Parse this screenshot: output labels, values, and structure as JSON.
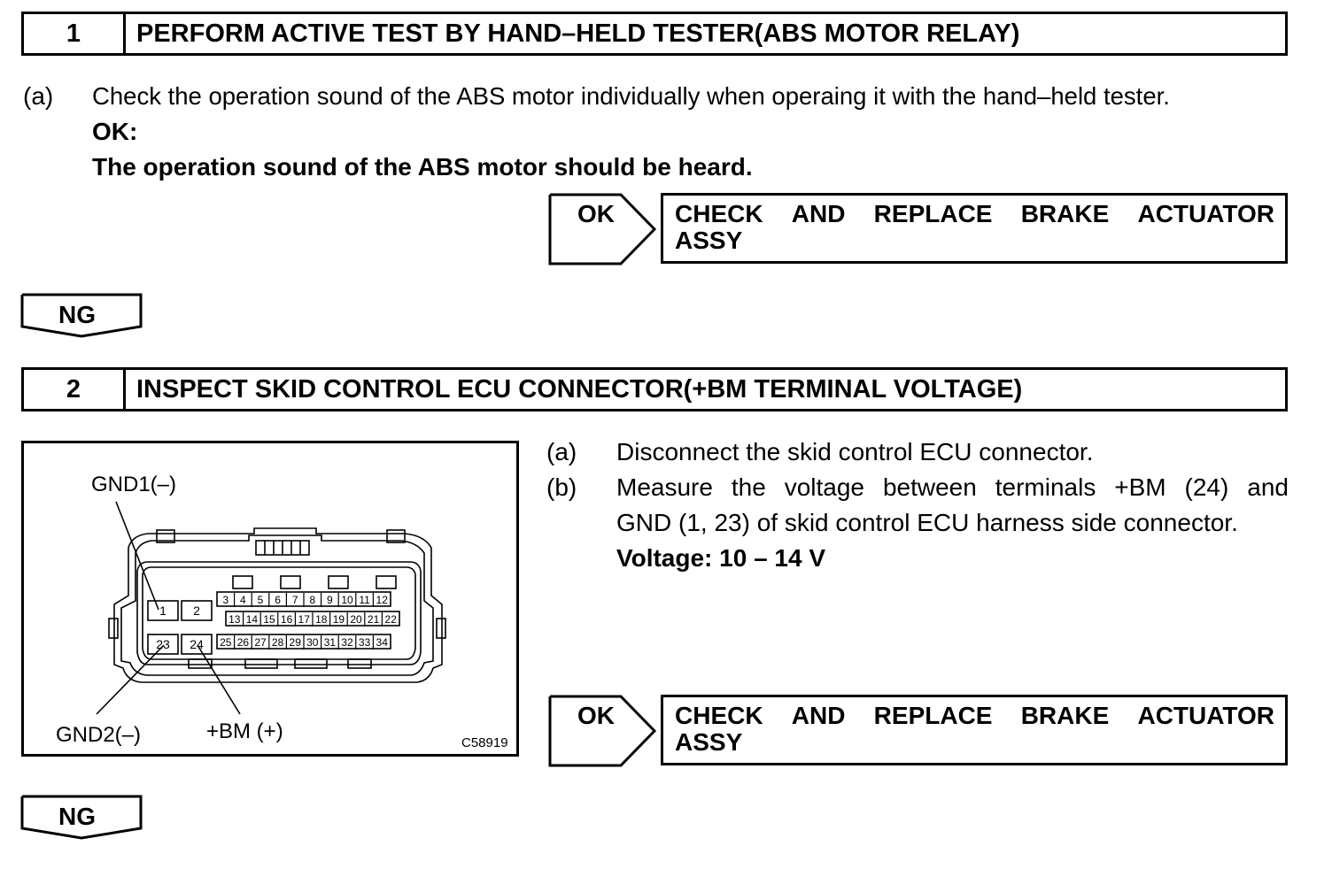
{
  "step1": {
    "number": "1",
    "title": "PERFORM ACTIVE TEST BY HAND–HELD TESTER(ABS MOTOR RELAY)",
    "item_a_label": "(a)",
    "item_a_text": "Check the operation sound of the ABS motor individually when operaing it with the hand–held tester.",
    "ok_heading": "OK:",
    "ok_spec": "The operation sound of the ABS motor should be heard.",
    "ok_label": "OK",
    "ok_result_words": [
      "CHECK",
      "AND",
      "REPLACE",
      "BRAKE",
      "ACTUATOR"
    ],
    "ok_result_line2": "ASSY",
    "ng_label": "NG"
  },
  "step2": {
    "number": "2",
    "title": "INSPECT SKID CONTROL ECU CONNECTOR(+BM TERMINAL VOLTAGE)",
    "item_a_label": "(a)",
    "item_a_text": "Disconnect the skid control ECU connector.",
    "item_b_label": "(b)",
    "item_b_line1_words": [
      "Measure",
      "the",
      "voltage",
      "between",
      "terminals",
      "+BM",
      "(24)",
      "and"
    ],
    "item_b_line2": "GND (1, 23) of skid control ECU harness side connector.",
    "voltage_spec": "Voltage: 10 – 14 V",
    "ok_label": "OK",
    "ok_result_words": [
      "CHECK",
      "AND",
      "REPLACE",
      "BRAKE",
      "ACTUATOR"
    ],
    "ok_result_line2": "ASSY",
    "ng_label": "NG"
  },
  "diagram": {
    "gnd1_label": "GND1(–)",
    "gnd2_label": "GND2(–)",
    "bm_label": "+BM (+)",
    "figure_code": "C58919",
    "large_pins": [
      "1",
      "2",
      "23",
      "24"
    ],
    "small_pins_row1": [
      "3",
      "4",
      "5",
      "6",
      "7",
      "8",
      "9",
      "10",
      "11",
      "12"
    ],
    "small_pins_row2": [
      "13",
      "14",
      "15",
      "16",
      "17",
      "18",
      "19",
      "20",
      "21",
      "22"
    ],
    "small_pins_row3": [
      "25",
      "26",
      "27",
      "28",
      "29",
      "30",
      "31",
      "32",
      "33",
      "34"
    ]
  }
}
